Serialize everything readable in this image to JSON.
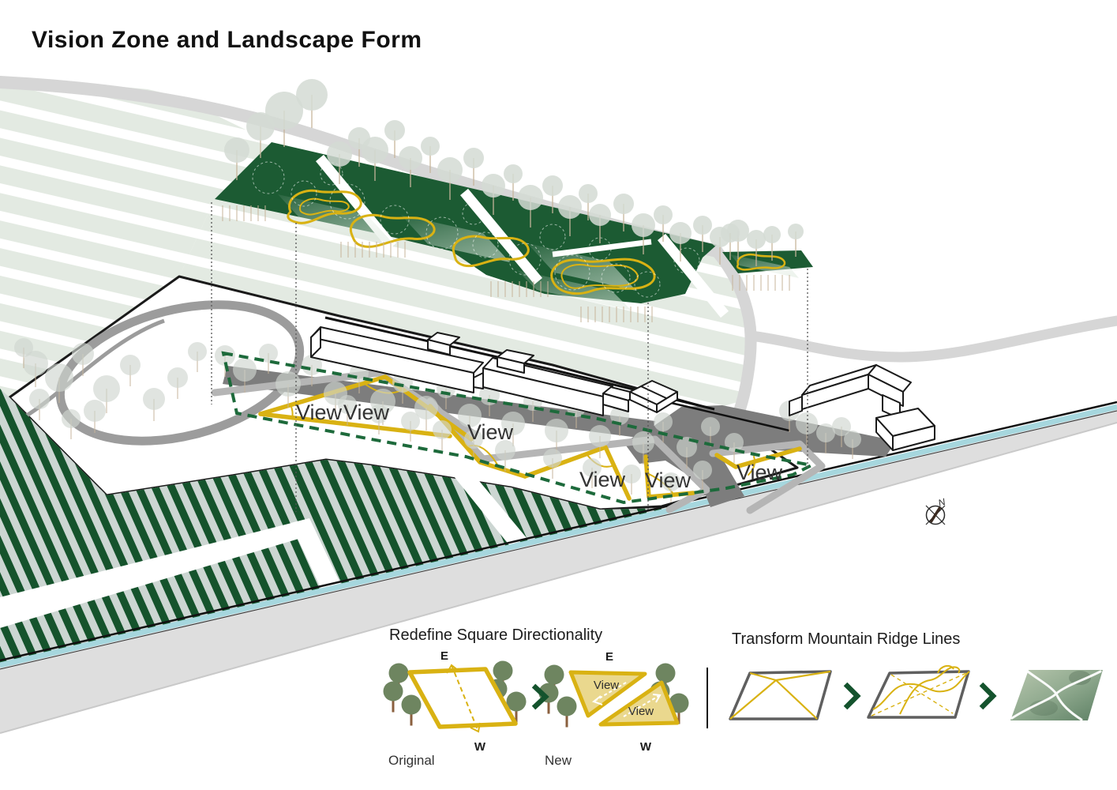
{
  "page_title": "Vision Zone and Landscape Form",
  "map": {
    "view_labels": [
      "View",
      "View",
      "View",
      "View",
      "View",
      "View"
    ],
    "compass": {
      "north_label": "N"
    }
  },
  "legends": {
    "redefine": {
      "title": "Redefine Square Directionality",
      "original": {
        "caption": "Original",
        "east": "E",
        "west": "W"
      },
      "new": {
        "caption": "New",
        "east": "E",
        "west": "W",
        "view_upper": "View",
        "view_lower": "View"
      }
    },
    "transform": {
      "title": "Transform Mountain Ridge Lines"
    }
  },
  "colors": {
    "plane_green": "#1c5b33",
    "field_stripe": "#e3eae2",
    "dark_field_green": "#15532c",
    "dark_field_bg": "#ccd6d2",
    "accent_yellow": "#d9b213",
    "pale_yellow_fill": "#ead88e",
    "canal_cyan": "#a6d7de",
    "plaza_gray": "#7d7d7d",
    "road_gray": "#d6d6d6",
    "dashed_green": "#1d6a3b",
    "legend_tree_green": "#6e8560",
    "sage_green": "#8fa98e"
  }
}
